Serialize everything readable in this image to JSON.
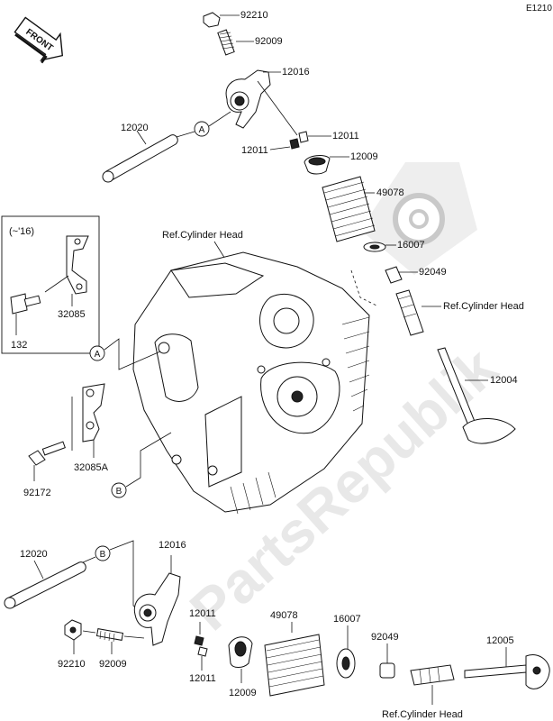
{
  "page_code": "E1210",
  "front_label": "FRONT",
  "year_note": "(~'16)",
  "callouts": {
    "a": "A",
    "b": "B"
  },
  "ref_cylinder_head": "Ref.Cylinder Head",
  "watermark": "PartsRepublik",
  "parts": {
    "p92210_top": "92210",
    "p92009_top": "92009",
    "p12016_top": "12016",
    "p12020_top": "12020",
    "p12011_top_a": "12011",
    "p12011_top_b": "12011",
    "p12009_top": "12009",
    "p49078_top": "49078",
    "p16007_top": "16007",
    "p92049_top": "92049",
    "p12004": "12004",
    "p32085": "32085",
    "p132": "132",
    "p32085a": "32085A",
    "p92172": "92172",
    "p12020_bot": "12020",
    "p12016_bot": "12016",
    "p12011_bot_a": "12011",
    "p12011_bot_b": "12011",
    "p49078_bot": "49078",
    "p16007_bot": "16007",
    "p92049_bot": "92049",
    "p12005": "12005",
    "p92210_bot": "92210",
    "p92009_bot": "92009",
    "p12009_bot": "12009"
  }
}
